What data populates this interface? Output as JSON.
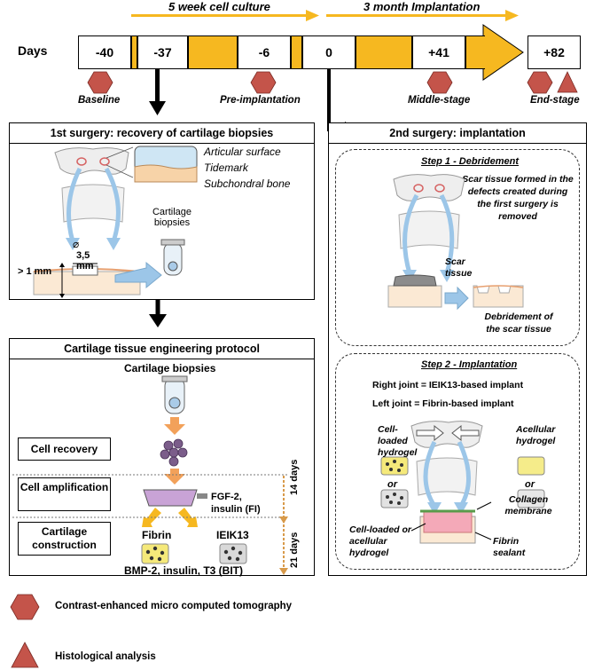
{
  "timeline": {
    "phase_culture": "5 week cell culture",
    "phase_implant": "3 month Implantation",
    "days_label": "Days",
    "days": [
      "-40",
      "-37",
      "-6",
      "0",
      "+41",
      "+82"
    ],
    "stages": [
      "Baseline",
      "Pre-implantation",
      "Middle-stage",
      "End-stage"
    ]
  },
  "surgery1": {
    "title": "1st surgery: recovery of cartilage biopsies",
    "layers": [
      "Articular surface",
      "Tidemark",
      "Subchondral bone"
    ],
    "biopsies_label": "Cartilage biopsies",
    "diameter_symbol": "⌀",
    "diameter": "3,5 mm",
    "depth": "> 1 mm"
  },
  "protocol": {
    "title": "Cartilage tissue engineering protocol",
    "biopsies_label": "Cartilage biopsies",
    "steps": [
      "Cell recovery",
      "Cell amplification",
      "Cartilage construction"
    ],
    "fi_label": "FGF-2, insulin (FI)",
    "fibrin": "Fibrin",
    "ieik13": "IEIK13",
    "bit_label": "BMP-2, insulin, T3 (BIT)",
    "day14": "14 days",
    "day21": "21 days"
  },
  "surgery2": {
    "title": "2nd surgery: implantation",
    "step1_title": "Step 1 - Debridement",
    "step1_text": "Scar tissue formed in the defects created during the first surgery is removed",
    "scar_label": "Scar tissue",
    "debridement_label": "Debridement of the scar tissue",
    "step2_title": "Step 2 - Implantation",
    "right_joint": "Right joint = IEIK13-based implant",
    "left_joint": "Left joint = Fibrin-based implant",
    "cell_loaded": "Cell-loaded hydrogel",
    "acellular": "Acellular hydrogel",
    "or1": "or",
    "or2": "or",
    "collagen": "Collagen membrane",
    "implant_label": "Cell-loaded or acellular hydrogel",
    "fibrin_sealant": "Fibrin sealant"
  },
  "legend": {
    "micro_ct": "Contrast-enhanced micro computed tomography",
    "histology": "Histological analysis"
  },
  "colors": {
    "timeline_yellow": "#f6b820",
    "marker_red": "#c4544a",
    "arrow_blue": "#9cc6e8",
    "arrow_orange": "#f2a15a"
  }
}
